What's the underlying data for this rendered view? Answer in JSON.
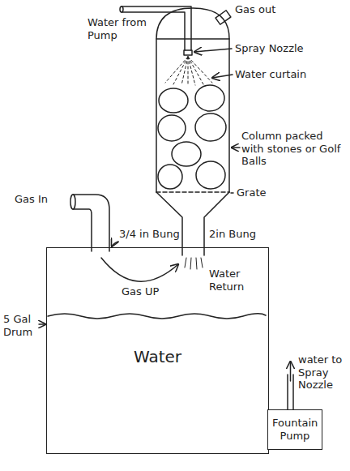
{
  "diagram": {
    "nodes": [
      {
        "text": [
          "Water"
        ]
      },
      {
        "text": [
          "Fountain Pump"
        ]
      }
    ],
    "labels": [
      "Water from Pump",
      "Gas out",
      "Spray Nozzle",
      "Water curtain",
      "Column packed with stones or Golf Balls",
      "Grate",
      "Gas In",
      "3/4 in Bung",
      "2in Bung",
      "Gas UP",
      "Water Return",
      "5 Gal Drum",
      "water to Spray Nozzle"
    ]
  }
}
